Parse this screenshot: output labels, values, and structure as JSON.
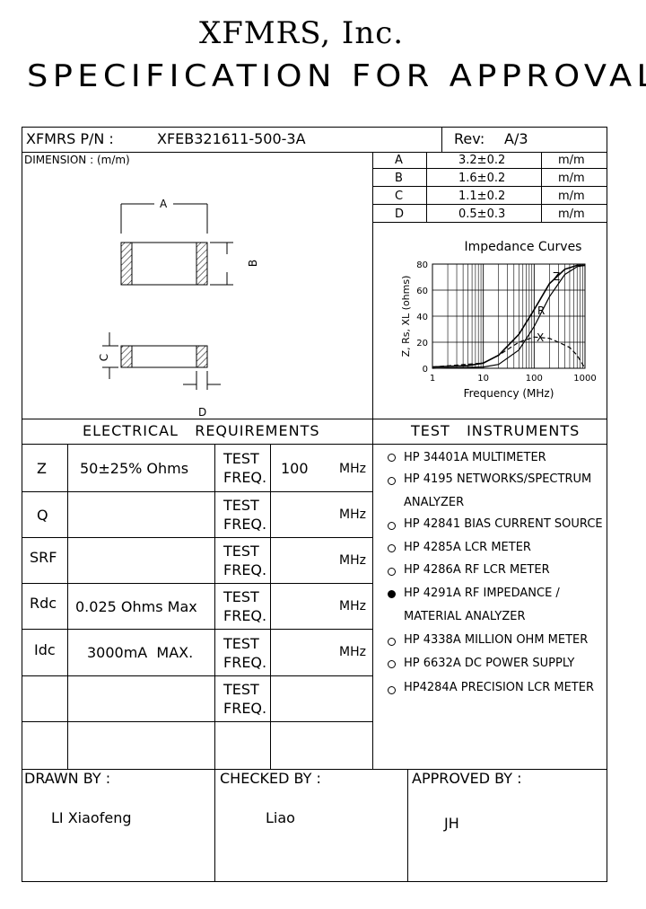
{
  "header": {
    "company": "XFMRS, Inc.",
    "title": "SPECIFICATION FOR APPROVAL"
  },
  "part": {
    "pn_label": "XFMRS P/N :",
    "pn_value": "XFEB321611-500-3A",
    "rev_label": "Rev:",
    "rev_value": "A/3"
  },
  "dimension": {
    "label": "DIMENSION : (m/m)",
    "rows": [
      {
        "key": "A",
        "value": "3.2±0.2",
        "unit": "m/m"
      },
      {
        "key": "B",
        "value": "1.6±0.2",
        "unit": "m/m"
      },
      {
        "key": "C",
        "value": "1.1±0.2",
        "unit": "m/m"
      },
      {
        "key": "D",
        "value": "0.5±0.3",
        "unit": "m/m"
      }
    ],
    "drawing_labels": {
      "a": "A",
      "b": "B",
      "c": "C",
      "d": "D"
    }
  },
  "chart_data": {
    "type": "line",
    "title": "Impedance Curves",
    "xlabel": "Frequency (MHz)",
    "ylabel": "Z, Rs, XL (ohms)",
    "x_scale": "log",
    "xlim": [
      1,
      1000
    ],
    "ylim": [
      0,
      80
    ],
    "x_ticks": [
      "1",
      "10",
      "100",
      "1000"
    ],
    "y_ticks": [
      "0",
      "20",
      "40",
      "60",
      "80"
    ],
    "grid": true,
    "series": [
      {
        "name": "Z",
        "x": [
          1,
          5,
          10,
          20,
          50,
          100,
          200,
          400,
          700,
          1000
        ],
        "y": [
          1,
          2,
          4,
          10,
          26,
          45,
          65,
          76,
          79,
          79
        ]
      },
      {
        "name": "R",
        "x": [
          1,
          10,
          20,
          50,
          100,
          200,
          400,
          700,
          1000
        ],
        "y": [
          0,
          1,
          3,
          14,
          32,
          55,
          72,
          78,
          79
        ]
      },
      {
        "name": "X",
        "x": [
          1,
          10,
          20,
          50,
          100,
          200,
          300,
          500,
          700,
          1000
        ],
        "y": [
          1,
          4,
          10,
          20,
          24,
          23,
          20,
          16,
          10,
          0
        ]
      }
    ]
  },
  "electrical": {
    "heading": "ELECTRICAL   REQUIREMENTS",
    "rows": [
      {
        "param": "Z",
        "value": "50±25% Ohms",
        "test": "TEST",
        "freq": "FREQ.",
        "freq_value": "100",
        "unit": "MHz"
      },
      {
        "param": "Q",
        "value": "",
        "test": "TEST",
        "freq": "FREQ.",
        "freq_value": "",
        "unit": "MHz"
      },
      {
        "param": "SRF",
        "value": "",
        "test": "TEST",
        "freq": "FREQ.",
        "freq_value": "",
        "unit": "MHz"
      },
      {
        "param": "Rdc",
        "value": "0.025 Ohms Max",
        "test": "TEST",
        "freq": "FREQ.",
        "freq_value": "",
        "unit": "MHz"
      },
      {
        "param": "Idc",
        "value": "3000mA  MAX.",
        "test": "TEST",
        "freq": "FREQ.",
        "freq_value": "",
        "unit": "MHz"
      },
      {
        "param": "",
        "value": "",
        "test": "TEST",
        "freq": "FREQ.",
        "freq_value": "",
        "unit": ""
      }
    ]
  },
  "instruments": {
    "heading": "TEST   INSTRUMENTS",
    "items": [
      {
        "label": "HP 34401A MULTIMETER",
        "selected": false
      },
      {
        "label": "HP 4195 NETWORKS/SPECTRUM",
        "cont": "ANALYZER",
        "selected": false
      },
      {
        "label": "HP 42841 BIAS CURRENT SOURCE",
        "selected": false
      },
      {
        "label": "HP 4285A LCR METER",
        "selected": false
      },
      {
        "label": "HP 4286A RF LCR METER",
        "selected": false
      },
      {
        "label": "HP 4291A RF IMPEDANCE /",
        "cont": "MATERIAL ANALYZER",
        "selected": true
      },
      {
        "label": "HP 4338A MILLION OHM METER",
        "selected": false
      },
      {
        "label": "HP 6632A DC POWER SUPPLY",
        "selected": false
      },
      {
        "label": "HP4284A PRECISION LCR METER",
        "selected": false
      }
    ]
  },
  "signoff": {
    "drawn_label": "DRAWN BY :",
    "drawn_name": "LI Xiaofeng",
    "checked_label": "CHECKED BY :",
    "checked_name": "Liao",
    "approved_label": "APPROVED BY :",
    "approved_name": "JH"
  }
}
